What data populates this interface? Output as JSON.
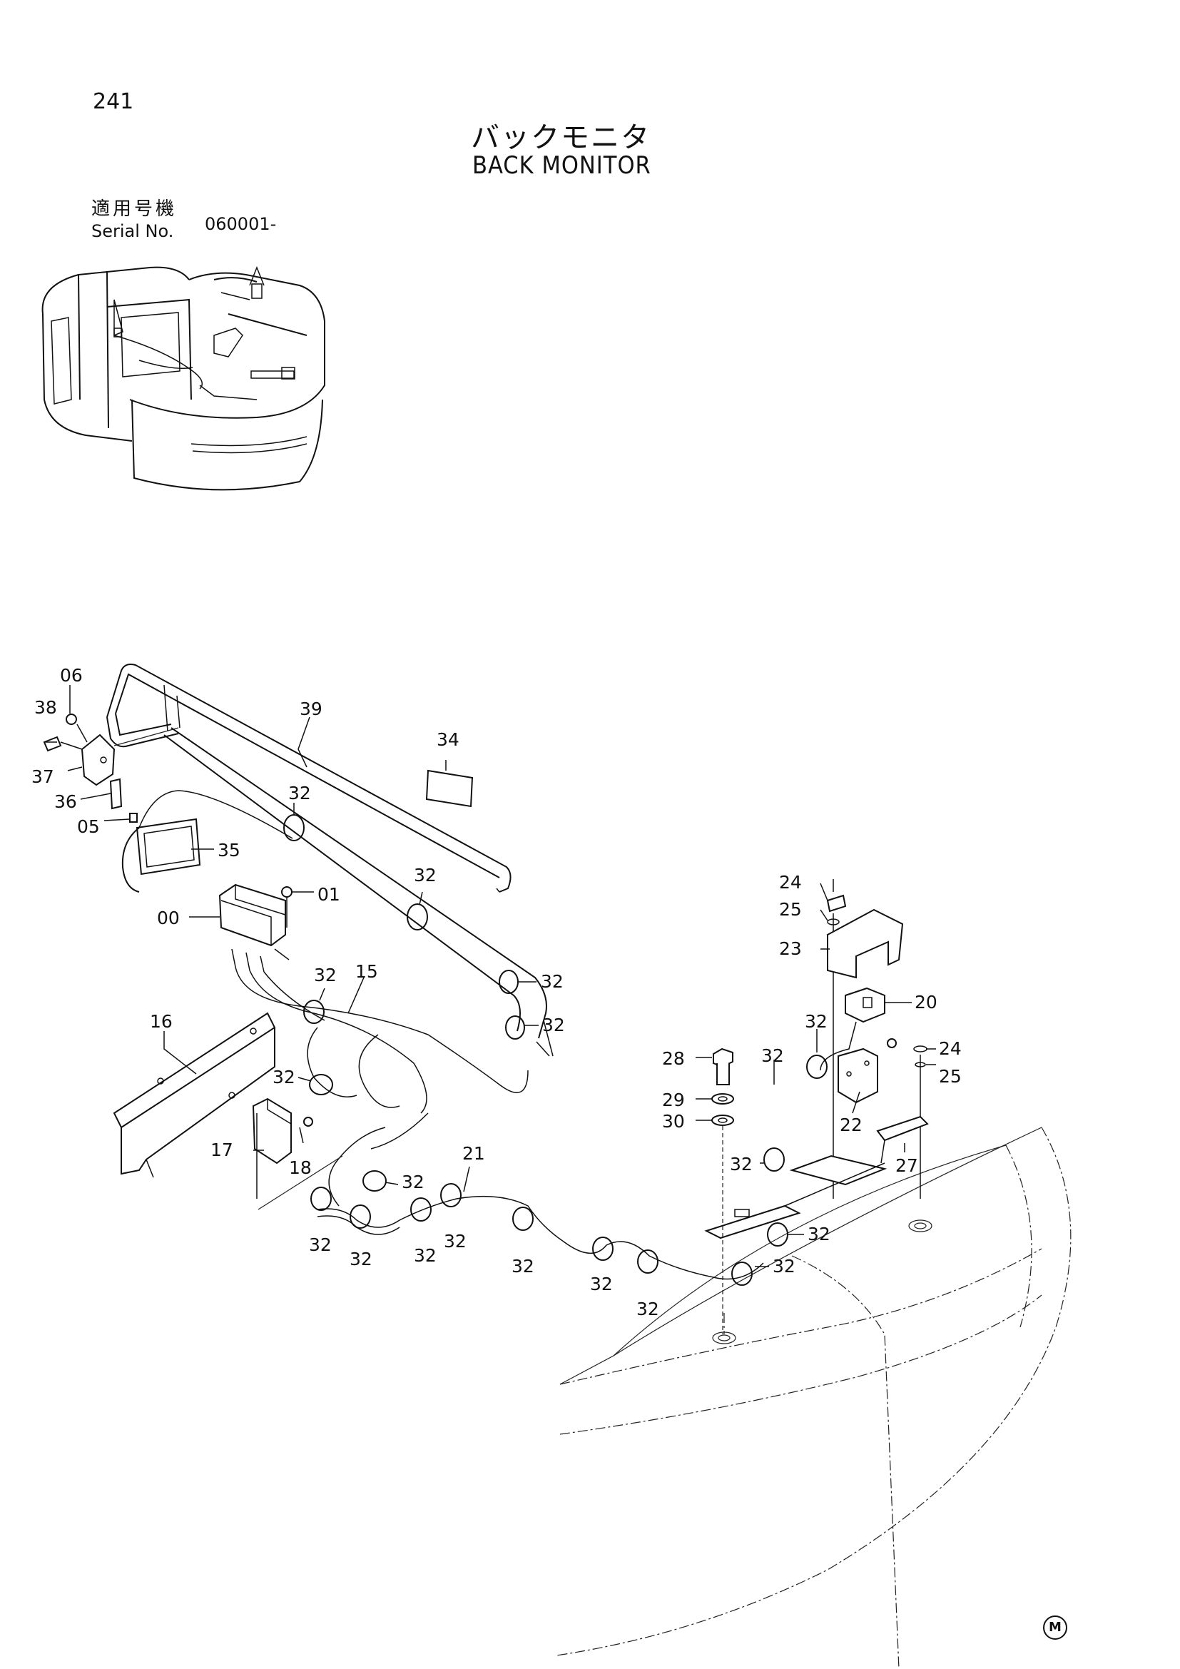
{
  "header": {
    "page_number": "241",
    "title_jp": "バックモニタ",
    "title_en": "BACK MONITOR",
    "serial_label_jp": "適用号機",
    "serial_label_en": "Serial No.",
    "serial_value": "060001-"
  },
  "callouts": {
    "c00": "00",
    "c01": "01",
    "c05": "05",
    "c06": "06",
    "c15": "15",
    "c16": "16",
    "c17": "17",
    "c18": "18",
    "c20": "20",
    "c21": "21",
    "c22": "22",
    "c23": "23",
    "c24a": "24",
    "c24b": "24",
    "c25a": "25",
    "c25b": "25",
    "c27": "27",
    "c28": "28",
    "c29": "29",
    "c30": "30",
    "c32": "32",
    "c34": "34",
    "c35": "35",
    "c36": "36",
    "c37": "37",
    "c38": "38",
    "c39": "39"
  },
  "footer": {
    "mark": "M"
  }
}
